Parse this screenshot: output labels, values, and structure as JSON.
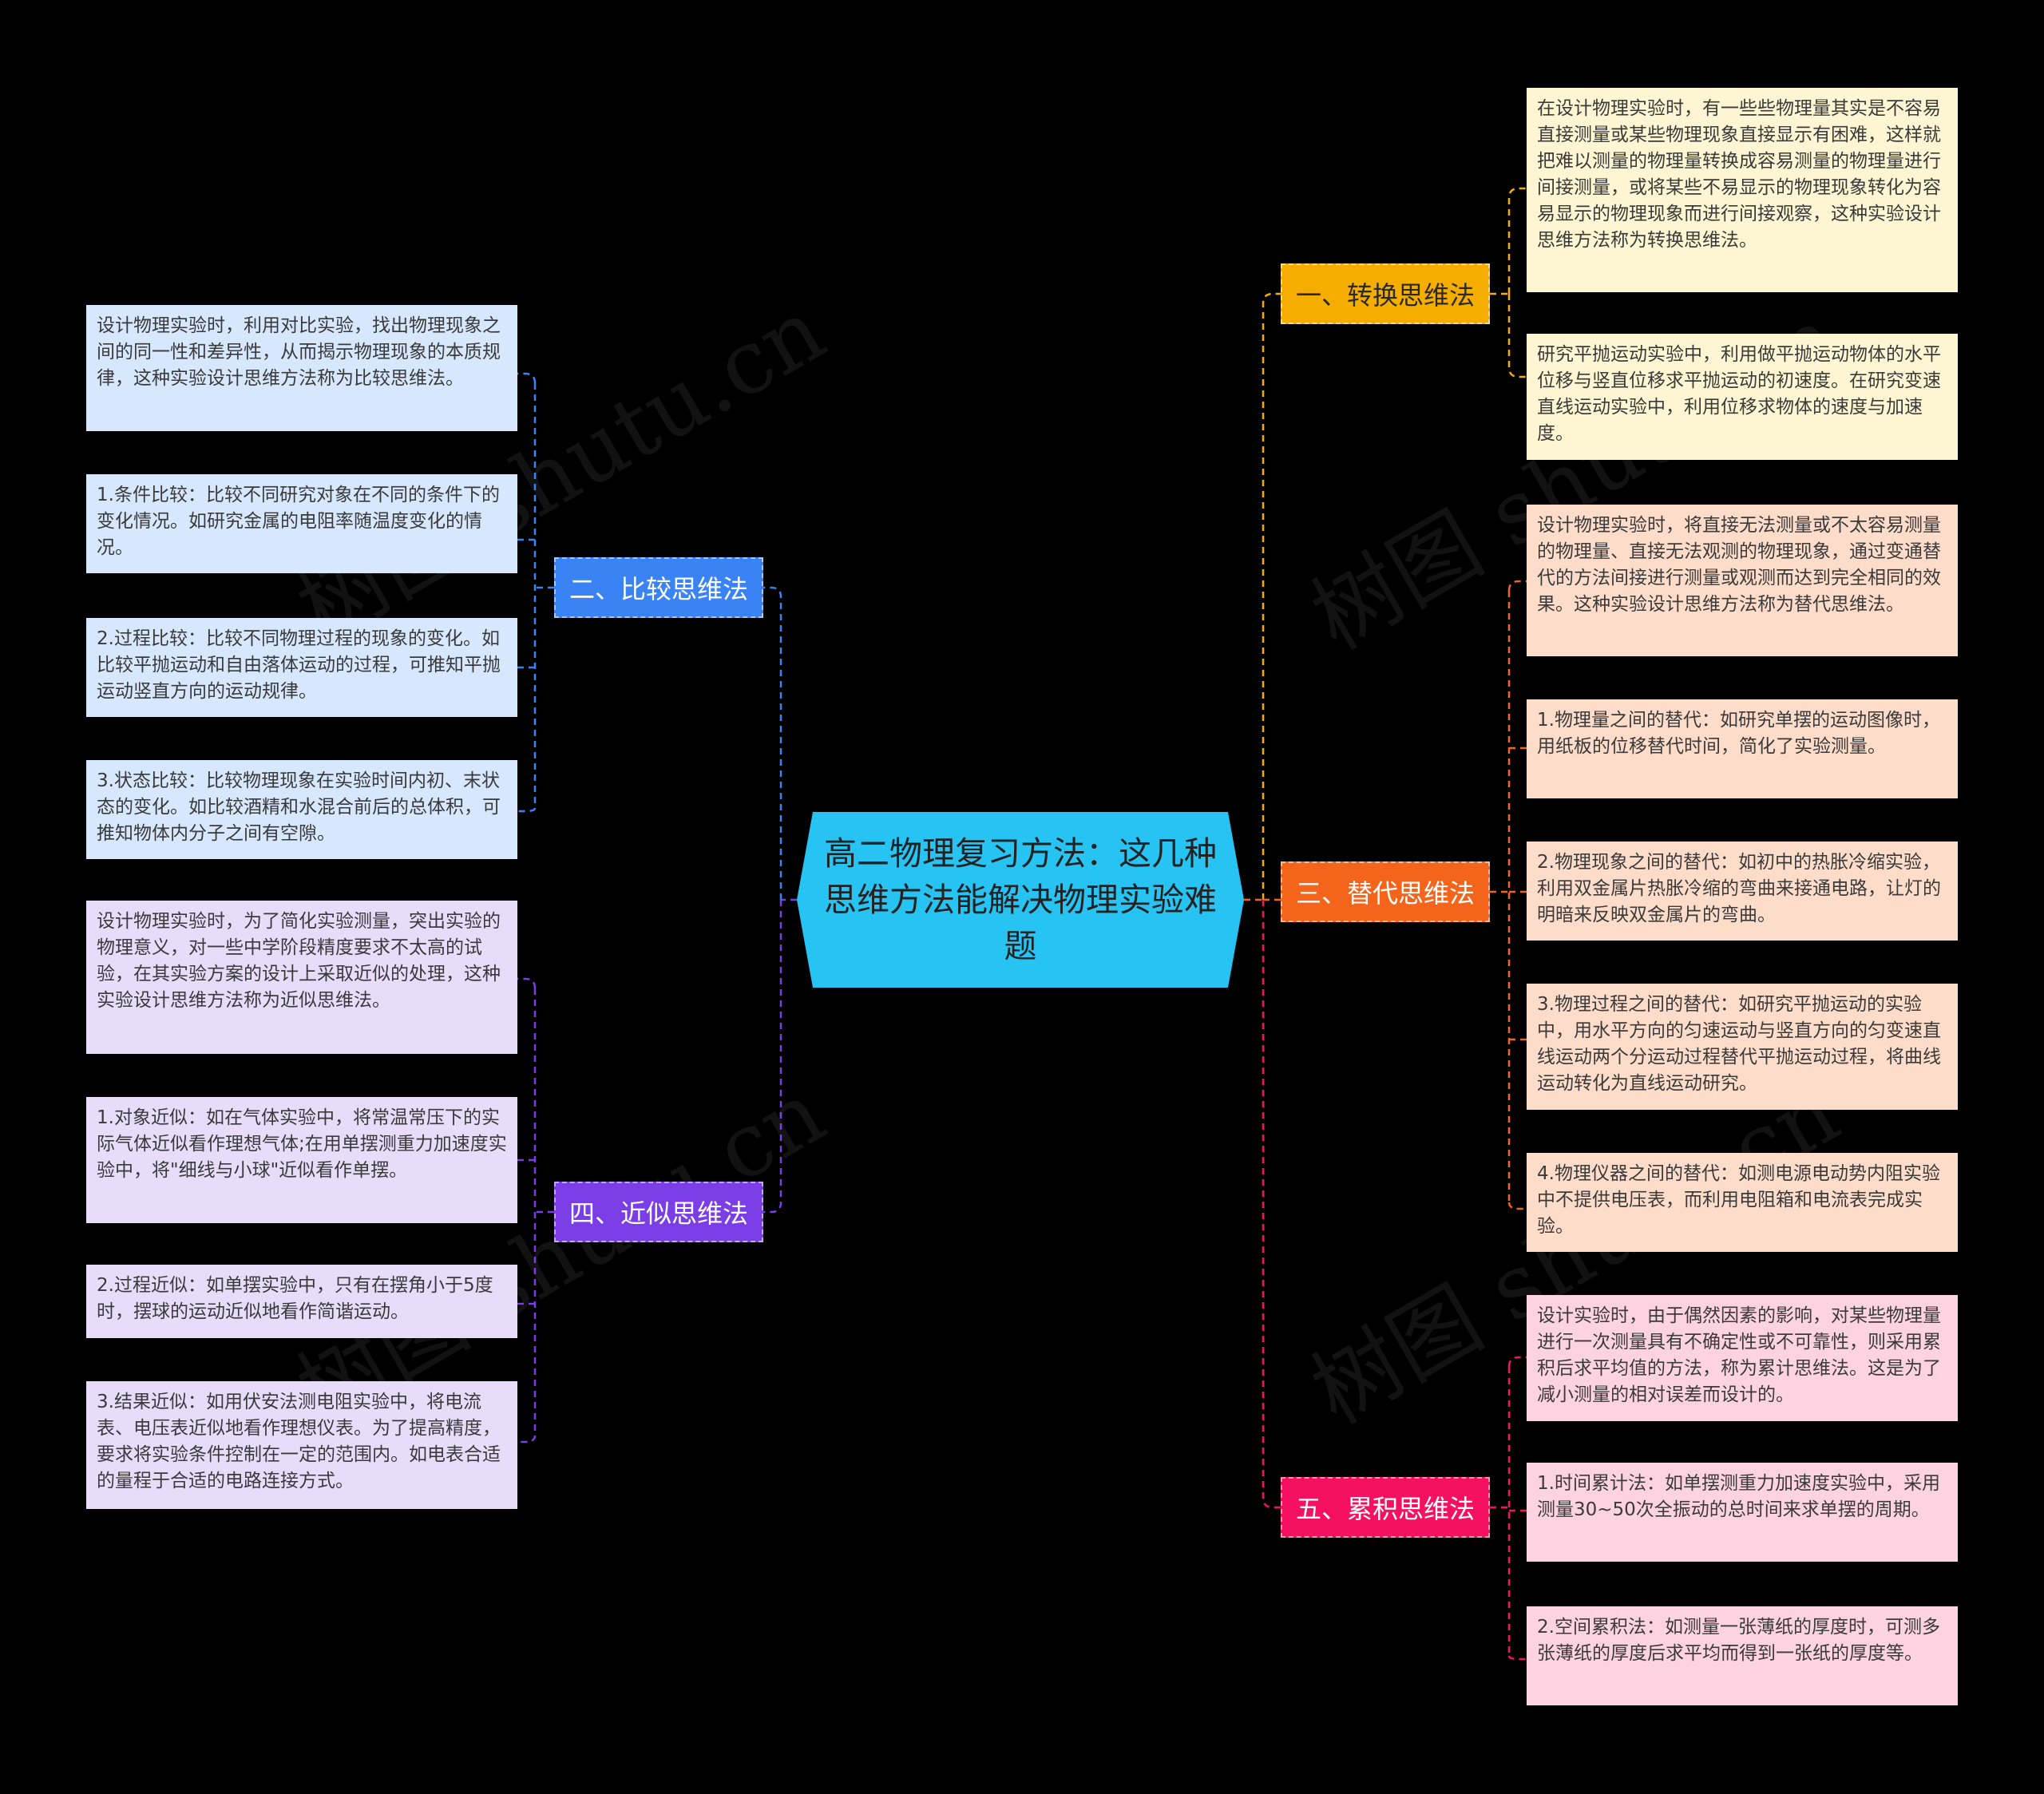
{
  "center": {
    "title": "高二物理复习方法：这几种思维方法能解决物理实验难题"
  },
  "colors": {
    "center": "#27c3f3",
    "b1": "#f5ae00",
    "b1_leaf": "#fef6d3",
    "b2": "#3a83f5",
    "b2_leaf": "#d7e7fd",
    "b3": "#f4641a",
    "b3_leaf": "#fddcca",
    "b4": "#7b3de6",
    "b4_leaf": "#e8dcfb",
    "b5": "#f5115f",
    "b5_leaf": "#fdd3e2"
  },
  "branches": {
    "b1": {
      "label": "一、转换思维法",
      "leaves": [
        "在设计物理实验时，有一些些物理量其实是不容易直接测量或某些物理现象直接显示有困难，这样就把难以测量的物理量转换成容易测量的物理量进行间接测量，或将某些不易显示的物理现象转化为容易显示的物理现象而进行间接观察，这种实验设计思维方法称为转换思维法。",
        "研究平抛运动实验中，利用做平抛运动物体的水平位移与竖直位移求平抛运动的初速度。在研究变速直线运动实验中，利用位移求物体的速度与加速度。"
      ]
    },
    "b2": {
      "label": "二、比较思维法",
      "leaves": [
        "设计物理实验时，利用对比实验，找出物理现象之间的同一性和差异性，从而揭示物理现象的本质规律，这种实验设计思维方法称为比较思维法。",
        "1.条件比较：比较不同研究对象在不同的条件下的变化情况。如研究金属的电阻率随温度变化的情况。",
        "2.过程比较：比较不同物理过程的现象的变化。如比较平抛运动和自由落体运动的过程，可推知平抛运动竖直方向的运动规律。",
        "3.状态比较：比较物理现象在实验时间内初、末状态的变化。如比较酒精和水混合前后的总体积，可推知物体内分子之间有空隙。"
      ]
    },
    "b3": {
      "label": "三、替代思维法",
      "leaves": [
        "设计物理实验时，将直接无法测量或不太容易测量的物理量、直接无法观测的物理现象，通过变通替代的方法间接进行测量或观测而达到完全相同的效果。这种实验设计思维方法称为替代思维法。",
        "1.物理量之间的替代：如研究单摆的运动图像时，用纸板的位移替代时间，简化了实验测量。",
        "2.物理现象之间的替代：如初中的热胀冷缩实验，利用双金属片热胀冷缩的弯曲来接通电路，让灯的明暗来反映双金属片的弯曲。",
        "3.物理过程之间的替代：如研究平抛运动的实验中，用水平方向的匀速运动与竖直方向的匀变速直线运动两个分运动过程替代平抛运动过程，将曲线运动转化为直线运动研究。",
        "4.物理仪器之间的替代：如测电源电动势内阻实验中不提供电压表，而利用电阻箱和电流表完成实验。"
      ]
    },
    "b4": {
      "label": "四、近似思维法",
      "leaves": [
        "设计物理实验时，为了简化实验测量，突出实验的物理意义，对一些中学阶段精度要求不太高的试验，在其实验方案的设计上采取近似的处理，这种实验设计思维方法称为近似思维法。",
        "1.对象近似：如在气体实验中，将常温常压下的实际气体近似看作理想气体;在用单摆测重力加速度实验中，将\"细线与小球\"近似看作单摆。",
        "2.过程近似：如单摆实验中，只有在摆角小于5度时，摆球的运动近似地看作简谐运动。",
        "3.结果近似：如用伏安法测电阻实验中，将电流表、电压表近似地看作理想仪表。为了提高精度，要求将实验条件控制在一定的范围内。如电表合适的量程于合适的电路连接方式。"
      ]
    },
    "b5": {
      "label": "五、累积思维法",
      "leaves": [
        "设计实验时，由于偶然因素的影响，对某些物理量进行一次测量具有不确定性或不可靠性，则采用累积后求平均值的方法，称为累计思维法。这是为了减小测量的相对误差而设计的。",
        "1.时间累计法：如单摆测重力加速度实验中，采用测量30~50次全振动的总时间来求单摆的周期。",
        "2.空间累积法：如测量一张薄纸的厚度时，可测多张薄纸的厚度后求平均而得到一张纸的厚度等。"
      ]
    }
  },
  "watermark": "树图 shutu.cn"
}
